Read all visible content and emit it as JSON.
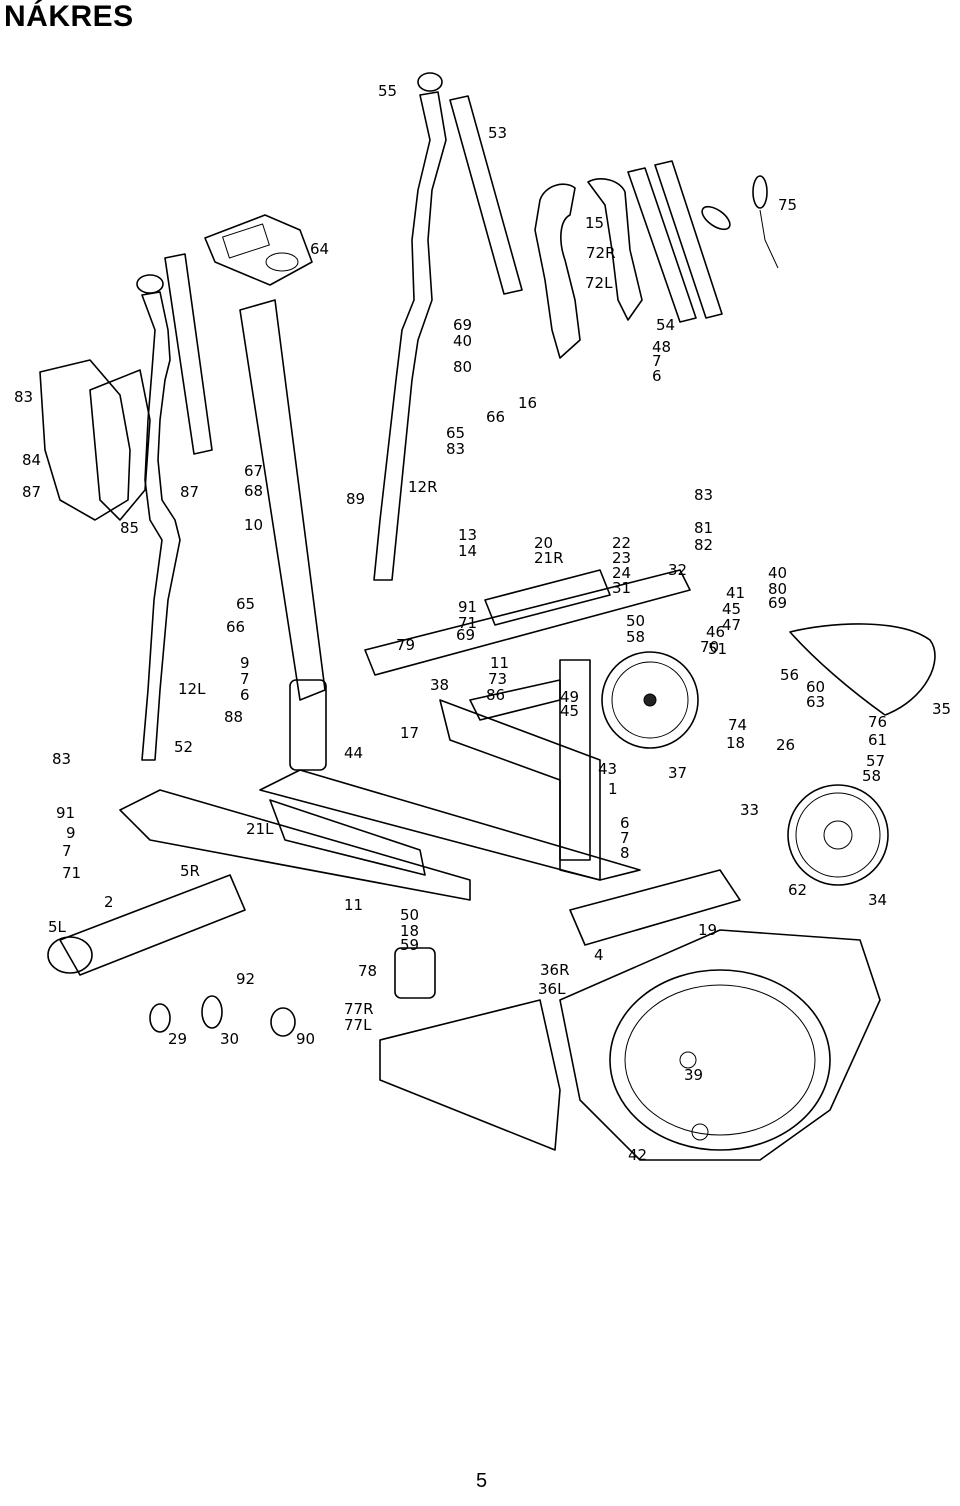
{
  "page": {
    "title": "NÁKRES",
    "page_number": "5"
  },
  "callouts": [
    "55",
    "53",
    "64",
    "15",
    "72R",
    "75",
    "72L",
    "54",
    "69",
    "40",
    "80",
    "48",
    "7",
    "6",
    "16",
    "66",
    "65",
    "83",
    "83",
    "84",
    "87",
    "87",
    "85",
    "67",
    "68",
    "10",
    "89",
    "12R",
    "81",
    "82",
    "83",
    "13",
    "14",
    "20",
    "21R",
    "22",
    "23",
    "24",
    "31",
    "32",
    "40",
    "80",
    "69",
    "41",
    "45",
    "47",
    "70",
    "46",
    "51",
    "50",
    "58",
    "91",
    "71",
    "65",
    "66",
    "69",
    "79",
    "9",
    "7",
    "6",
    "11",
    "73",
    "86",
    "38",
    "12L",
    "88",
    "44",
    "17",
    "56",
    "60",
    "63",
    "76",
    "61",
    "35",
    "49",
    "45",
    "74",
    "18",
    "26",
    "57",
    "58",
    "83",
    "52",
    "43",
    "1",
    "37",
    "91",
    "9",
    "7",
    "71",
    "21L",
    "6",
    "7",
    "8",
    "33",
    "62",
    "34",
    "5R",
    "11",
    "2",
    "50",
    "18",
    "59",
    "19",
    "5L",
    "4",
    "78",
    "36R",
    "36L",
    "92",
    "29",
    "30",
    "90",
    "77R",
    "77L",
    "39",
    "42"
  ]
}
